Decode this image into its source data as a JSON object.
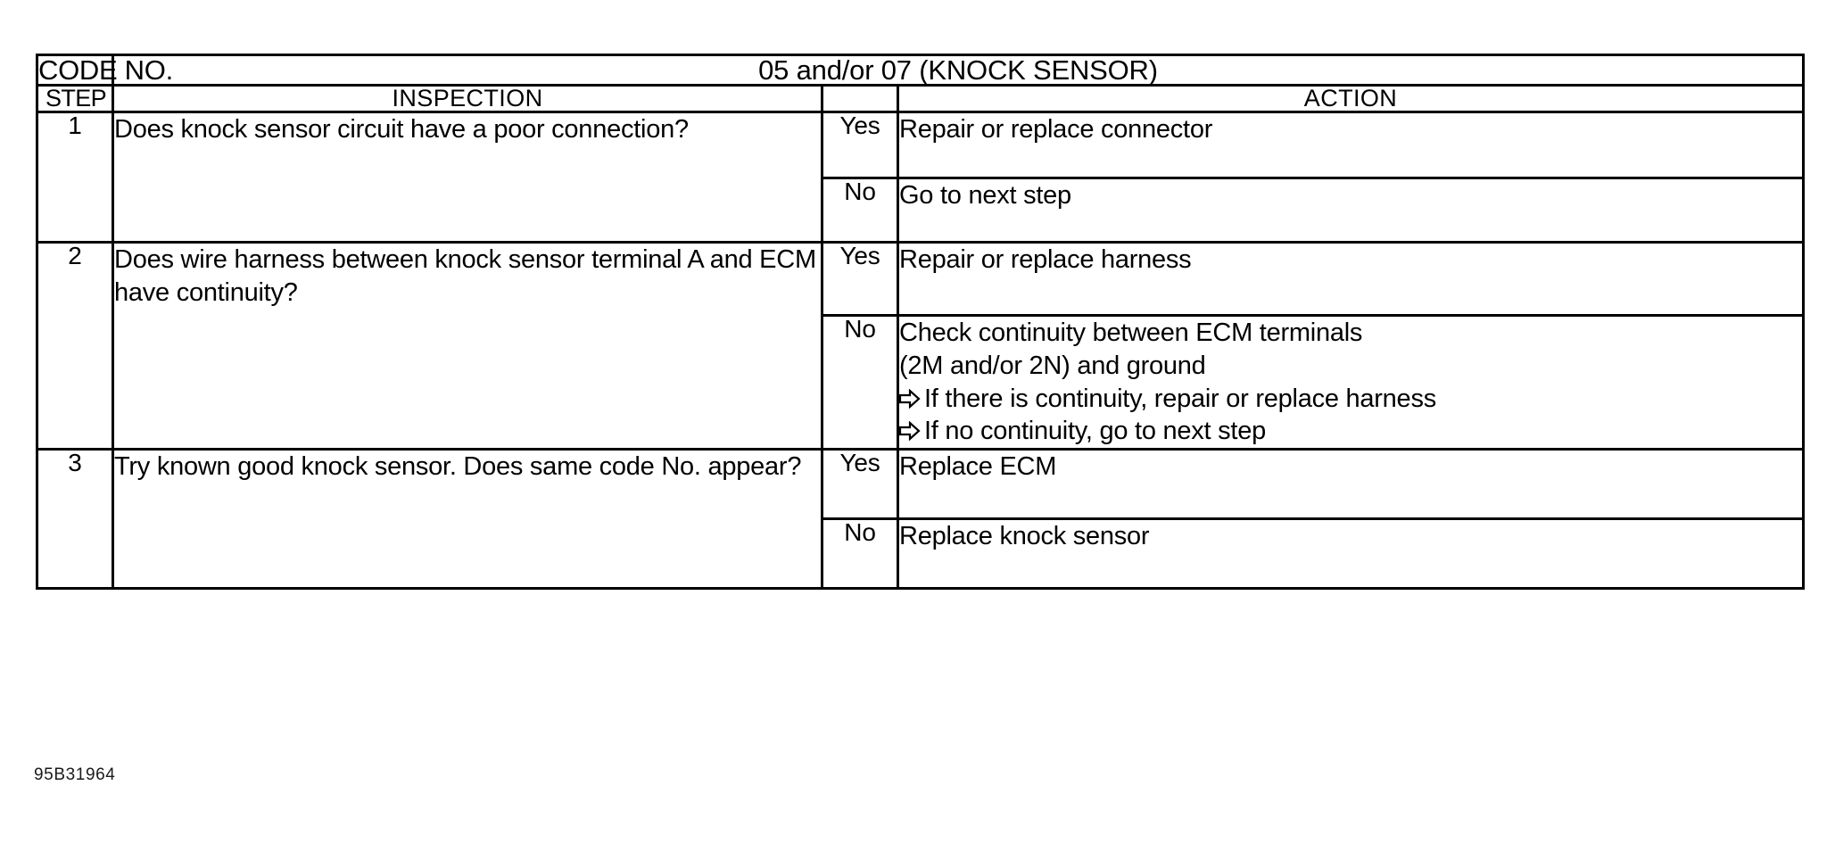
{
  "document": {
    "code_no_label": "CODE NO.",
    "code_no_value": "05 and/or 07 (KNOCK SENSOR)",
    "footer_code": "95B31964"
  },
  "table": {
    "headers": {
      "step": "STEP",
      "inspection": "INSPECTION",
      "result": "",
      "action": "ACTION"
    },
    "rows": [
      {
        "step": "1",
        "inspection": "Does knock sensor circuit have a poor connection?",
        "yes_label": "Yes",
        "yes_action": "Repair or replace connector",
        "no_label": "No",
        "no_action": "Go to next step"
      },
      {
        "step": "2",
        "inspection": "Does wire harness between knock sensor terminal A and ECM have continuity?",
        "yes_label": "Yes",
        "yes_action": "Repair or replace harness",
        "no_label": "No",
        "no_action_line1": "Check continuity between ECM terminals",
        "no_action_line2": "(2M and/or 2N) and ground",
        "no_action_bullet1": "If there is continuity, repair or replace harness",
        "no_action_bullet2": "If no continuity, go to next step"
      },
      {
        "step": "3",
        "inspection": "Try known good knock sensor. Does same code No. appear?",
        "yes_label": "Yes",
        "yes_action": "Replace ECM",
        "no_label": "No",
        "no_action": "Replace knock sensor"
      }
    ]
  },
  "icons": {
    "bullet_arrow": "hollow-right-arrow-icon"
  },
  "colors": {
    "ink": "#000000",
    "paper": "#ffffff"
  }
}
